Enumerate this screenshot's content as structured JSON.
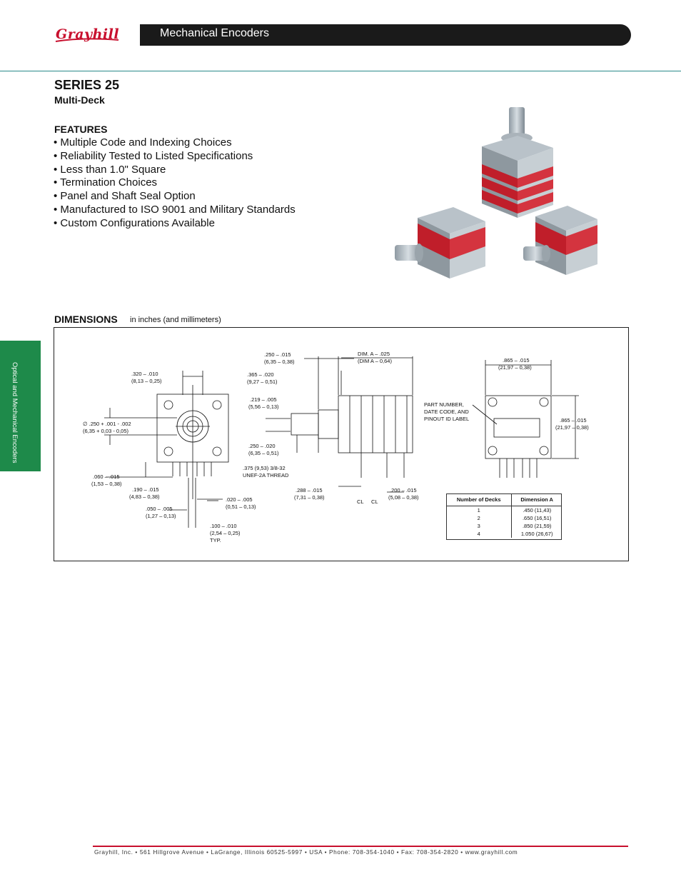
{
  "brand": {
    "logo": "Grayhill",
    "accent": "#c8102e",
    "teal": "#2a8a8a",
    "tab_green": "#1e8a4a"
  },
  "header": {
    "title": "Mechanical Encoders"
  },
  "product": {
    "series": "SERIES 25",
    "subtitle": "Multi-Deck"
  },
  "features": {
    "heading": "FEATURES",
    "items": [
      "• Multiple Code and Indexing Choices",
      "• Reliability Tested to Listed Specifications",
      "• Less than 1.0\" Square",
      "• Termination Choices",
      "• Panel and Shaft Seal Option",
      "• Manufactured to ISO 9001 and Military Standards",
      "• Custom Configurations Available"
    ]
  },
  "side_tab": {
    "label": "Optical and Mechanical Encoders"
  },
  "dimensions": {
    "heading": "DIMENSIONS",
    "subheading": "in inches (and millimeters)",
    "front": {
      "d1a": ".320 – .010",
      "d1b": "(8,13 – 0,25)",
      "d2a": "∅ .250 + .001 - .002",
      "d2b": "(6,35 + 0,03 - 0,05)",
      "d3a": ".060 – .015",
      "d3b": "(1,53 – 0,38)",
      "d4a": ".190 – .015",
      "d4b": "(4,83 – 0,38)",
      "d5a": ".050 – .005",
      "d5b": "(1,27 – 0,13)",
      "d6a": ".020 – .005",
      "d6b": "(0,51 – 0,13)",
      "d7a": ".100 – .010",
      "d7b": "(2,54 – 0,25)",
      "d7c": "TYP."
    },
    "side": {
      "s1a": ".250 – .015",
      "s1b": "(6,35 – 0,38)",
      "s2a": "DIM. A – .025",
      "s2b": "(DIM A – 0,64)",
      "s3a": ".365 – .020",
      "s3b": "(9,27 – 0,51)",
      "s4a": ".219 – .005",
      "s4b": "(5,56 – 0,13)",
      "s5a": ".250 – .020",
      "s5b": "(6,35 – 0,51)",
      "s6a": ".375 (9,53) 3/8-32",
      "s6b": "UNEF-2A THREAD",
      "s7a": ".288 – .015",
      "s7b": "(7,31 – 0,38)",
      "s8a": ".200 – .015",
      "s8b": "(5,08 – 0,38)",
      "cl": "CL"
    },
    "rear": {
      "r1a": ".865 – .015",
      "r1b": "(21,97 – 0,38)",
      "r2a": "PART NUMBER,",
      "r2b": "DATE CODE, AND",
      "r2c": "PINOUT ID LABEL",
      "r3a": ".865 – .015",
      "r3b": "(21,97 – 0,38)"
    },
    "table": {
      "headers": [
        "Number of Decks",
        "Dimension A"
      ],
      "rows": [
        [
          "1",
          ".450 (11,43)"
        ],
        [
          "2",
          ".650 (16,51)"
        ],
        [
          "3",
          ".850 (21,59)"
        ],
        [
          "4",
          "1.050 (26,67)"
        ]
      ]
    }
  },
  "footer": {
    "text": "Grayhill, Inc. • 561 Hillgrove Avenue • LaGrange, Illinois  60525-5997 • USA • Phone: 708-354-1040 • Fax: 708-354-2820 • www.grayhill.com"
  }
}
